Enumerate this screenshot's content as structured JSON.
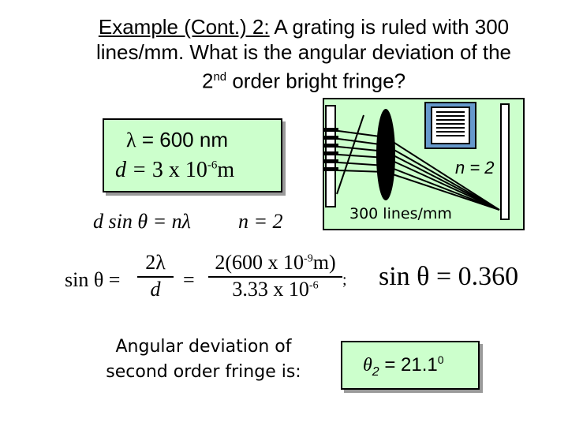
{
  "title": {
    "label": "Example (Cont.) 2:",
    "line1_rest": " A grating is ruled with 300",
    "line2": "lines/mm. What is the angular deviation of the",
    "line3_pre": "2",
    "line3_sup": "nd",
    "line3_rest": " order bright fringe?"
  },
  "given": {
    "lambda_symbol": "λ",
    "lambda_value": "= 600 nm",
    "d_label": "d =",
    "d_value": "3 x 10",
    "d_exp": "-6",
    "d_unit": "m"
  },
  "diagram": {
    "order_label": "n = 2",
    "caption": "300 lines/mm"
  },
  "equations": {
    "grating_eq": "d sin θ = nλ",
    "n_value": "n = 2",
    "sin_lhs": "sin θ =",
    "frac1_num": "2λ",
    "frac1_den": "d",
    "frac2_num_a": "2(600 x 10",
    "frac2_num_exp": "-9",
    "frac2_num_b": "m)",
    "frac2_den_a": "3.33 x 10",
    "frac2_den_exp": "-6",
    "semicolon": ";",
    "result": "sin θ = 0.360"
  },
  "conclusion": {
    "line1": "Angular deviation of",
    "line2": "second order fringe is:",
    "answer_symbol": "θ",
    "answer_sub": "2",
    "answer_value": " = 21.1",
    "answer_sup": "0"
  },
  "colors": {
    "box_fill": "#ccffcc",
    "shadow": "#9a9a9a"
  }
}
